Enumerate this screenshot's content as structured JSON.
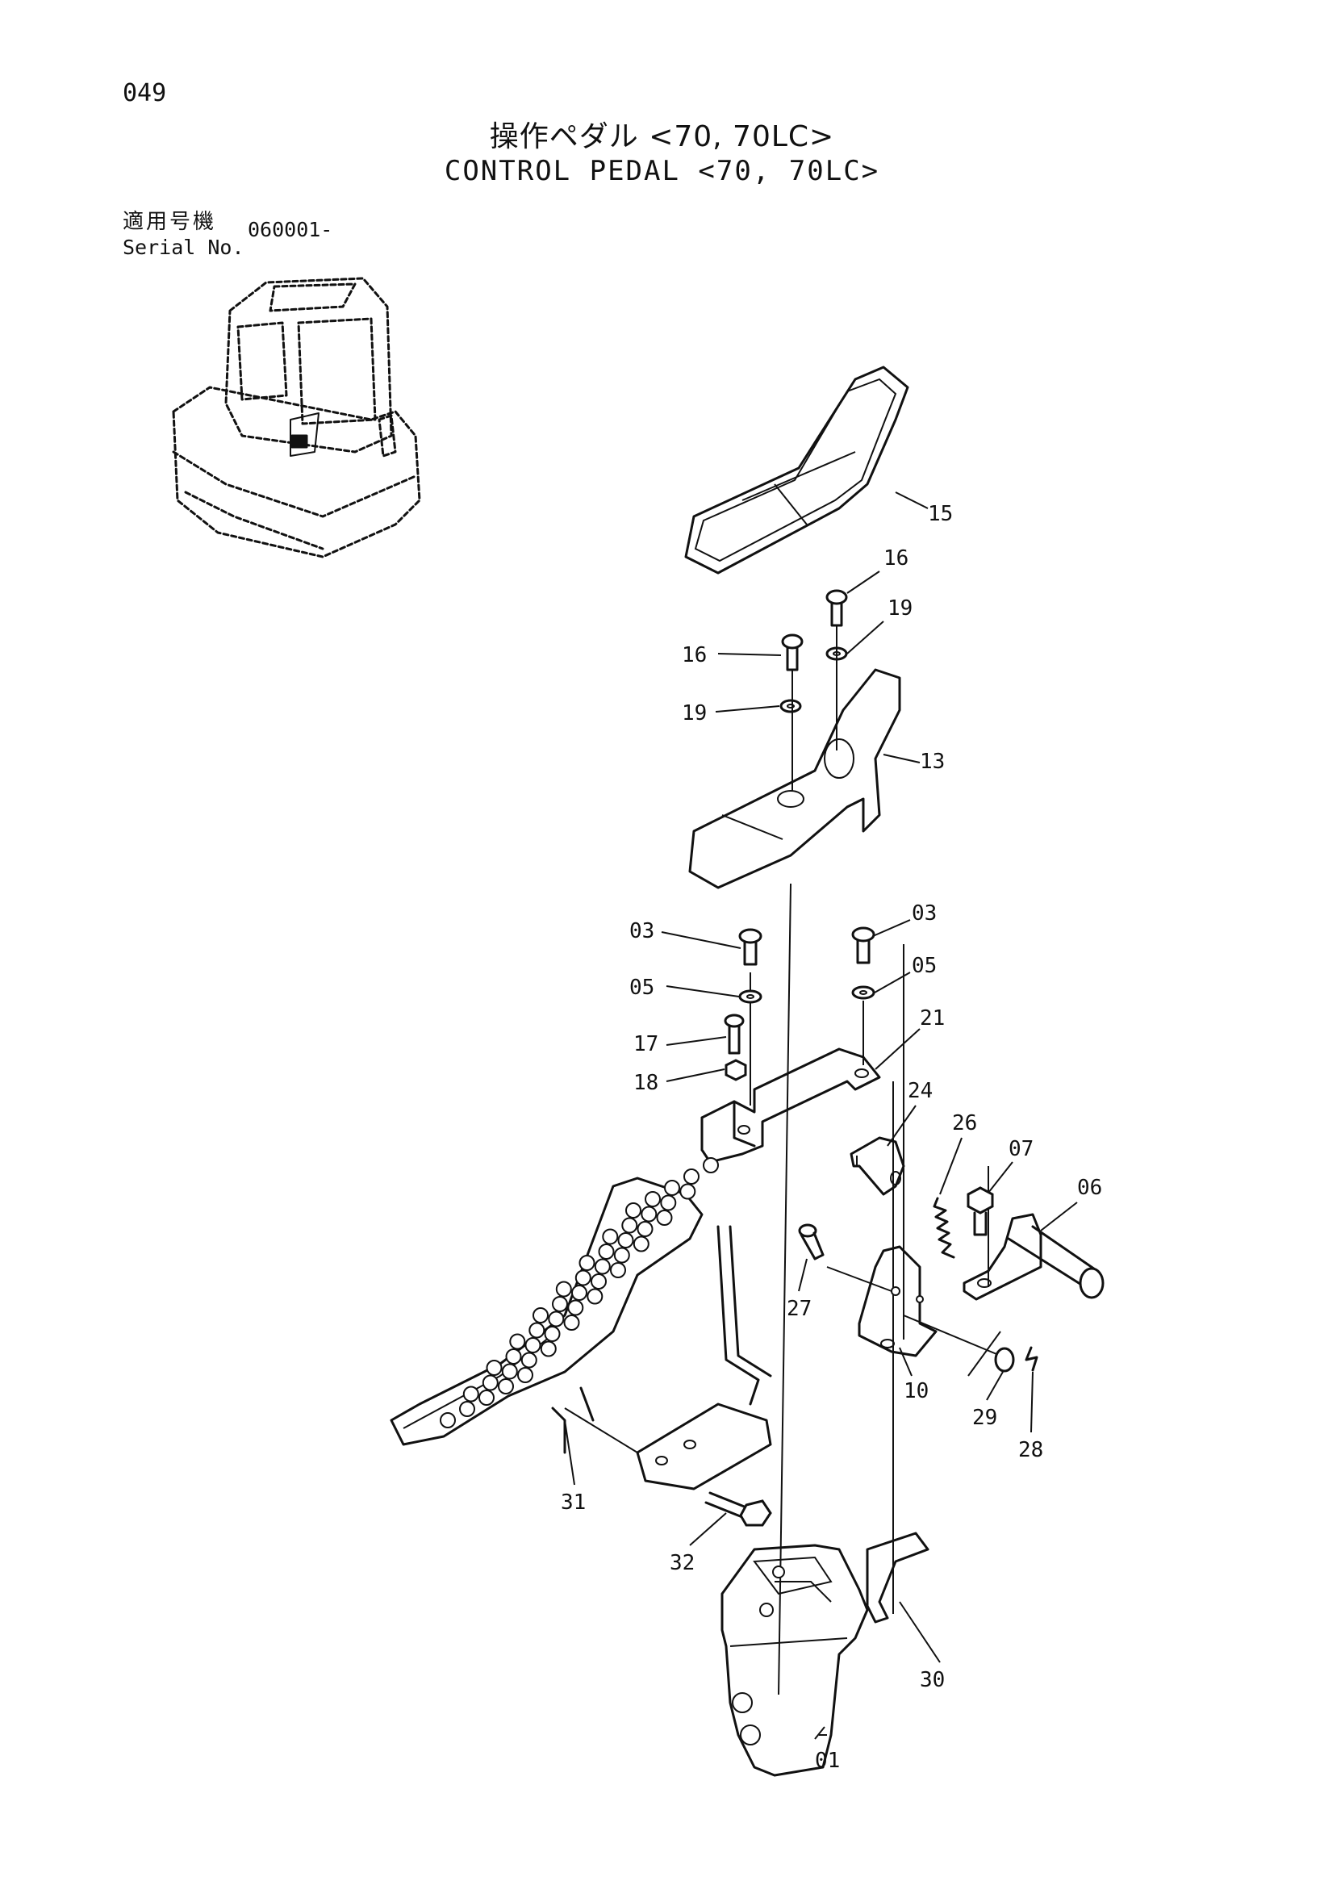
{
  "page_number": "049",
  "title_ja": "操作ペダル <70, 70LC>",
  "title_en": "CONTROL PEDAL <70, 70LC>",
  "serial": {
    "label_ja": "適用号機",
    "label_en": "Serial No.",
    "value": "060001-"
  },
  "callouts": [
    {
      "id": "15",
      "text": "15"
    },
    {
      "id": "16a",
      "text": "16"
    },
    {
      "id": "19a",
      "text": "19"
    },
    {
      "id": "16b",
      "text": "16"
    },
    {
      "id": "19b",
      "text": "19"
    },
    {
      "id": "13",
      "text": "13"
    },
    {
      "id": "03a",
      "text": "03"
    },
    {
      "id": "03b",
      "text": "03"
    },
    {
      "id": "05a",
      "text": "05"
    },
    {
      "id": "05b",
      "text": "05"
    },
    {
      "id": "21",
      "text": "21"
    },
    {
      "id": "17",
      "text": "17"
    },
    {
      "id": "18",
      "text": "18"
    },
    {
      "id": "24",
      "text": "24"
    },
    {
      "id": "26",
      "text": "26"
    },
    {
      "id": "07",
      "text": "07"
    },
    {
      "id": "06",
      "text": "06"
    },
    {
      "id": "27",
      "text": "27"
    },
    {
      "id": "10",
      "text": "10"
    },
    {
      "id": "29",
      "text": "29"
    },
    {
      "id": "28",
      "text": "28"
    },
    {
      "id": "31",
      "text": "31"
    },
    {
      "id": "32",
      "text": "32"
    },
    {
      "id": "30",
      "text": "30"
    },
    {
      "id": "01",
      "text": "01"
    }
  ]
}
